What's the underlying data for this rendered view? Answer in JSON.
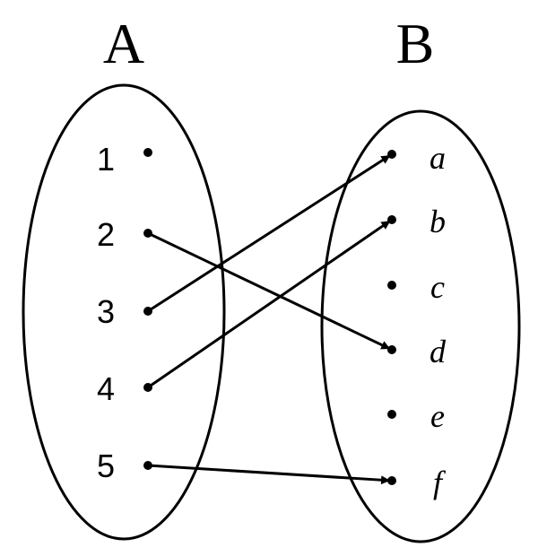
{
  "sets": {
    "domain": {
      "title": "A",
      "elements": [
        "1",
        "2",
        "3",
        "4",
        "5"
      ]
    },
    "codomain": {
      "title": "B",
      "elements": [
        "a",
        "b",
        "c",
        "d",
        "e",
        "f"
      ]
    }
  },
  "mappings": [
    {
      "from": "2",
      "to": "d"
    },
    {
      "from": "3",
      "to": "a"
    },
    {
      "from": "4",
      "to": "b"
    },
    {
      "from": "5",
      "to": "f"
    }
  ],
  "colors": {
    "ink": "#000000",
    "background": "#ffffff"
  }
}
